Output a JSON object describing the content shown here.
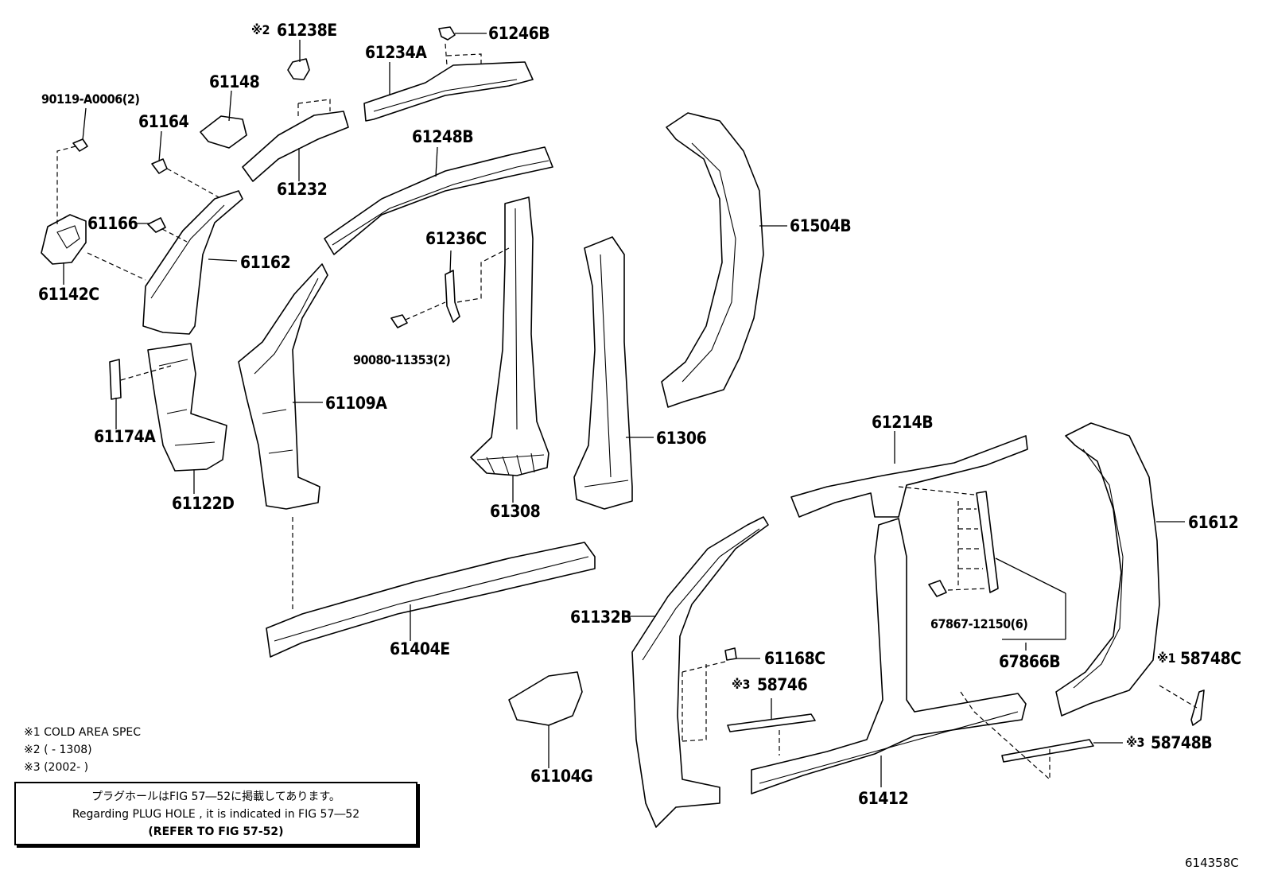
{
  "labels": {
    "p61238E": "61238E",
    "p61246B": "61246B",
    "p61234A": "61234A",
    "p61148": "61148",
    "p90119": "90119-A0006(2)",
    "p61164": "61164",
    "p61248B": "61248B",
    "p61232": "61232",
    "p61166": "61166",
    "p61162": "61162",
    "p61142C": "61142C",
    "p61236C": "61236C",
    "p61504B": "61504B",
    "p90080": "90080-11353(2)",
    "p61109A": "61109A",
    "p61174A": "61174A",
    "p61306": "61306",
    "p61122D": "61122D",
    "p61308": "61308",
    "p61214B": "61214B",
    "p61612": "61612",
    "p61132B": "61132B",
    "p61404E": "61404E",
    "p67867": "67867-12150(6)",
    "p67866B": "67866B",
    "p61168C": "61168C",
    "p58748C": "58748C",
    "p58746": "58746",
    "p58748B": "58748B",
    "p61104G": "61104G",
    "p61412": "61412"
  },
  "marks": {
    "m2": "※2",
    "m3a": "※3",
    "m1": "※1",
    "m3b": "※3"
  },
  "notes": {
    "n1": "※1 COLD AREA SPEC",
    "n2": "※2 (      - 1308)",
    "n3": "※3 (2002-       )"
  },
  "info_box": {
    "japanese": "プラグホールはFIG 57―52に掲載してあります。",
    "english": "Regarding  PLUG  HOLE , it is indicated in FIG  57―52",
    "refer": "(REFER TO FIG 57-52)"
  },
  "figure_id": "614358C"
}
